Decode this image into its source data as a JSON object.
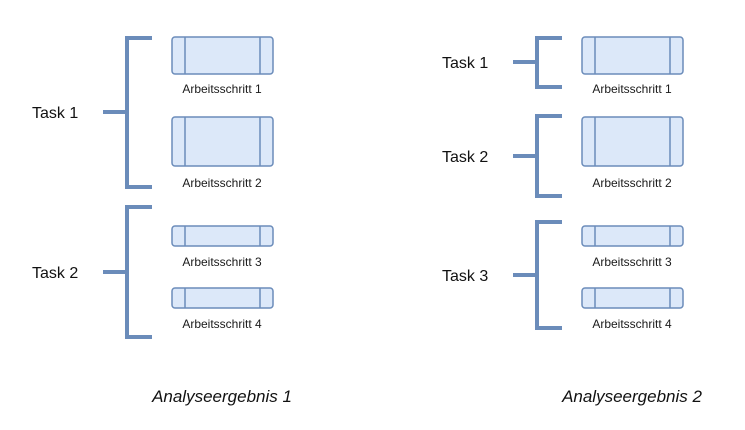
{
  "colors": {
    "bracket": "#6b8cba",
    "box_fill": "#dce8f9",
    "box_stroke": "#6b8cba"
  },
  "analysis_1": {
    "caption": "Analyseergebnis 1",
    "tasks": [
      {
        "label": "Task 1",
        "steps": [
          "Arbeitsschritt 1",
          "Arbeitsschritt 2"
        ]
      },
      {
        "label": "Task 2",
        "steps": [
          "Arbeitsschritt 3",
          "Arbeitsschritt 4"
        ]
      }
    ]
  },
  "analysis_2": {
    "caption": "Analyseergebnis 2",
    "tasks": [
      {
        "label": "Task 1",
        "steps": [
          "Arbeitsschritt 1"
        ]
      },
      {
        "label": "Task 2",
        "steps": [
          "Arbeitsschritt 2"
        ]
      },
      {
        "label": "Task 3",
        "steps": [
          "Arbeitsschritt 3",
          "Arbeitsschritt 4"
        ]
      }
    ]
  }
}
